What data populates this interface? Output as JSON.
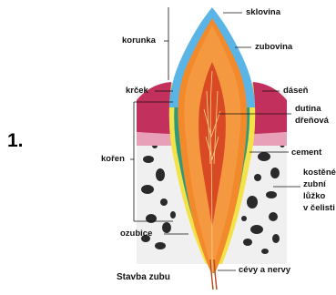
{
  "figure": {
    "number": "1.",
    "caption": "Stavba zubu"
  },
  "labels": {
    "sklovina": "sklovina",
    "korunka": "korunka",
    "zubovina": "zubovina",
    "krcek": "krček",
    "dasen": "dáseň",
    "dutina_1": "dutina",
    "dutina_2": "dřeňová",
    "koren": "kořen",
    "cement": "cement",
    "luzko_1": "kostěné",
    "luzko_2": "zubní",
    "luzko_3": "lůžko",
    "luzko_4": "v čelisti",
    "ozubice": "ozubice",
    "cevy": "cévy a nervy"
  },
  "colors": {
    "enamel": "#5ab4e6",
    "dentin": "#f28a2c",
    "pulp": "#e85d2a",
    "cement": "#f4e24a",
    "gum": "#c2305e",
    "bone": "#ececec",
    "membrane": "#2e9a7c"
  }
}
